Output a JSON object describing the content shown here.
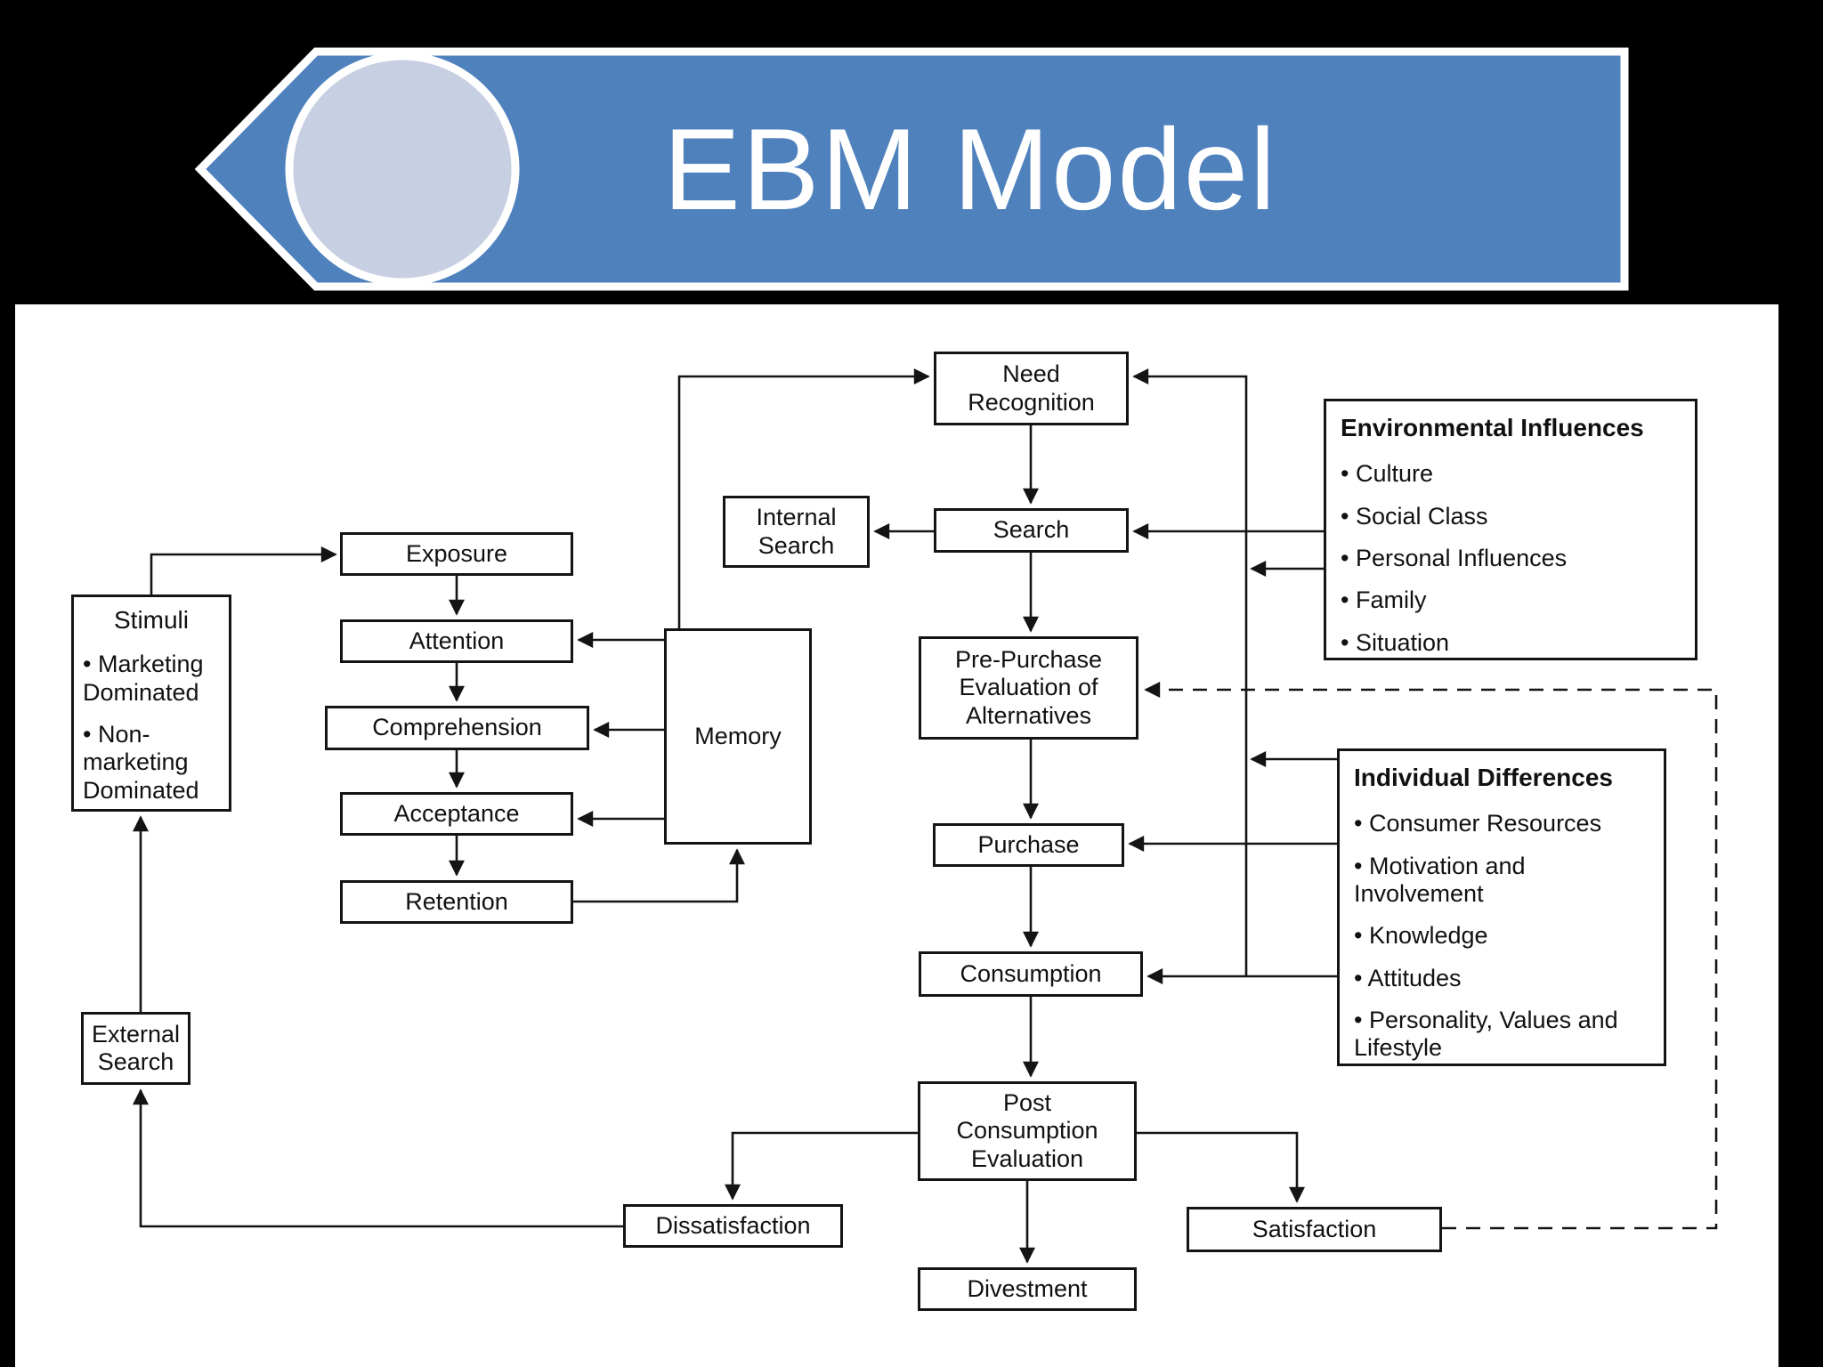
{
  "slide": {
    "title": "EBM Model"
  },
  "colors": {
    "banner_blue": "#4f81bd",
    "circle_fill": "#c7cfe2",
    "background": "#000000",
    "canvas": "#ffffff",
    "line": "#141414"
  },
  "diagram": {
    "nodes": {
      "need_recognition": {
        "label": "Need Recognition"
      },
      "internal_search": {
        "label": "Internal Search"
      },
      "search": {
        "label": "Search"
      },
      "pre_purchase": {
        "label": "Pre-Purchase Evaluation of Alternatives"
      },
      "purchase": {
        "label": "Purchase"
      },
      "consumption": {
        "label": "Consumption"
      },
      "post_consumption": {
        "label": "Post Consumption Evaluation"
      },
      "divestment": {
        "label": "Divestment"
      },
      "dissatisfaction": {
        "label": "Dissatisfaction"
      },
      "satisfaction": {
        "label": "Satisfaction"
      },
      "exposure": {
        "label": "Exposure"
      },
      "attention": {
        "label": "Attention"
      },
      "comprehension": {
        "label": "Comprehension"
      },
      "acceptance": {
        "label": "Acceptance"
      },
      "retention": {
        "label": "Retention"
      },
      "memory": {
        "label": "Memory"
      },
      "external_search": {
        "label": "External Search"
      },
      "stimuli": {
        "title": "Stimuli",
        "bullets": [
          "Marketing Dominated",
          "Non-marketing Dominated"
        ]
      },
      "environmental_influences": {
        "title": "Environmental Influences",
        "bullets": [
          "Culture",
          "Social Class",
          "Personal Influences",
          "Family",
          "Situation"
        ]
      },
      "individual_differences": {
        "title": "Individual Differences",
        "bullets": [
          "Consumer Resources",
          "Motivation and Involvement",
          "Knowledge",
          "Attitudes",
          "Personality, Values and Lifestyle"
        ]
      }
    }
  }
}
